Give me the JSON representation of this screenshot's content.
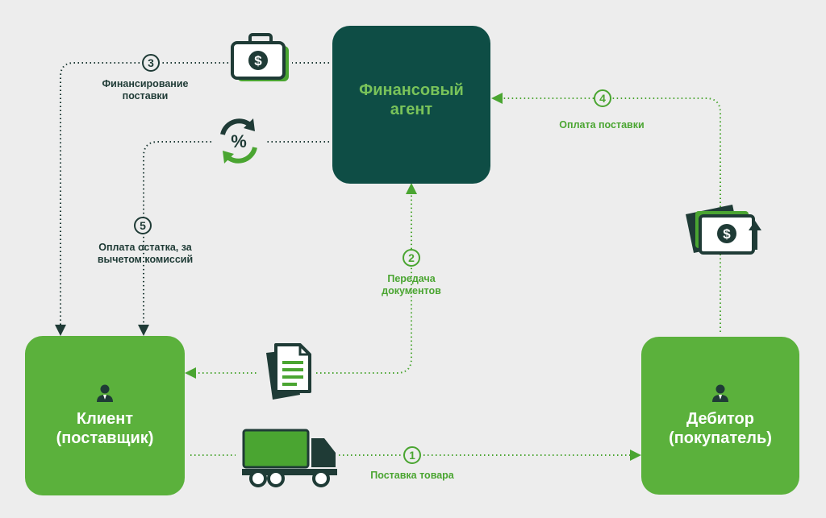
{
  "nodes": {
    "agent": "Финансовый агент",
    "client": "Клиент (поставщик)",
    "debtor": "Дебитор (покупатель)"
  },
  "steps": [
    {
      "number": "1",
      "label": "Поставка товара"
    },
    {
      "number": "2",
      "label": "Передача документов"
    },
    {
      "number": "3",
      "label": "Финансирование поставки"
    },
    {
      "number": "4",
      "label": "Оплата поставки"
    },
    {
      "number": "5",
      "label": "Оплата остатка, за вычетом комиссий"
    }
  ],
  "colors": {
    "background": "#ededed",
    "agent_box": "#0e4d45",
    "agent_text": "#79c35a",
    "green_box": "#5bb13c",
    "green_text": "#4aa531",
    "dark_text": "#1f3b36"
  },
  "icons": [
    "briefcase-dollar-icon",
    "percent-cycle-icon",
    "documents-icon",
    "truck-icon",
    "cash-arrow-up-icon",
    "person-icon"
  ]
}
